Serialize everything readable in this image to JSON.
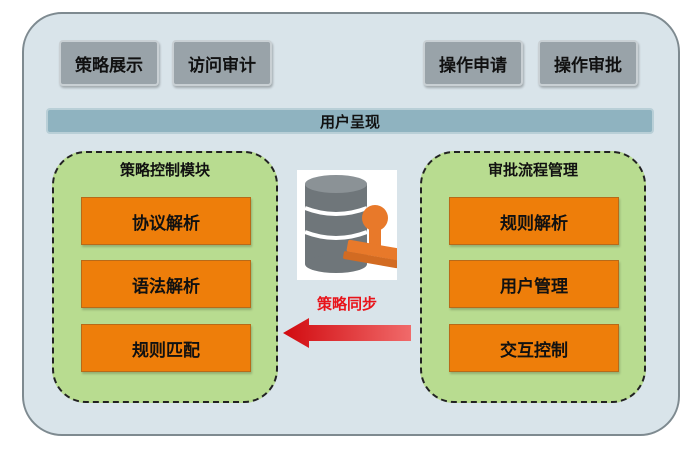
{
  "top_buttons": {
    "policy_display": "策略展示",
    "access_audit": "访问审计",
    "operation_request": "操作申请",
    "operation_approve": "操作审批"
  },
  "user_bar": "用户呈现",
  "left_module": {
    "title": "策略控制模块",
    "items": [
      "协议解析",
      "语法解析",
      "规则匹配"
    ]
  },
  "right_module": {
    "title": "审批流程管理",
    "items": [
      "规则解析",
      "用户管理",
      "交互控制"
    ]
  },
  "center": {
    "icon": "database-stamp-icon",
    "label": "策略同步",
    "arrow_direction": "left",
    "label_color": "#e8141b"
  },
  "colors": {
    "frame": "#d9e4ea",
    "module": "#b8dc90",
    "box": "#ee7e0a",
    "button": "#99a3a9",
    "bar": "#8fb3c0"
  }
}
